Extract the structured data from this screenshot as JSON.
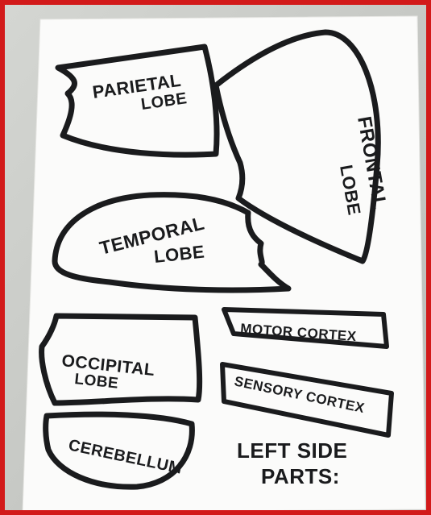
{
  "colors": {
    "frame_border": "#d21a1a",
    "background_wall": "#c9cbc7",
    "paper": "#fbfbfa",
    "ink": "#1a1b1d"
  },
  "labels": {
    "parietal_line1": "PARIETAL",
    "parietal_line2": "LOBE",
    "frontal_line1": "FRONTAL",
    "frontal_line2": "LOBE",
    "temporal_line1": "TEMPORAL",
    "temporal_line2": "LOBE",
    "occipital_line1": "OCCIPITAL",
    "occipital_line2": "LOBE",
    "motor_cortex": "MOTOR CORTEX",
    "sensory_cortex": "SENSORY CORTEX",
    "cerebellum": "CEREBELLUM",
    "left_side_line1": "LEFT SIDE",
    "left_side_line2": "PARTS:"
  }
}
